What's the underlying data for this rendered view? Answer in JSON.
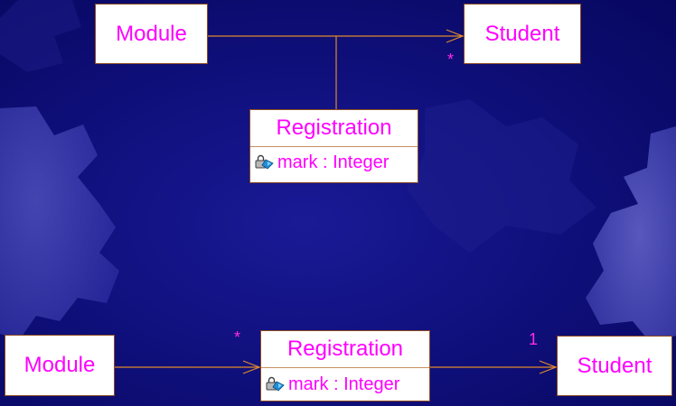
{
  "colors": {
    "background": "#10107e",
    "box_fill": "#ffffff",
    "text": "#ff00ff",
    "line": "#e08a2a"
  },
  "top_diagram": {
    "module_label": "Module",
    "student_label": "Student",
    "student_multiplicity": "*",
    "association_class": {
      "name": "Registration",
      "attribute": "mark : Integer",
      "attribute_icon": "private-attribute-icon"
    }
  },
  "bottom_diagram": {
    "module_label": "Module",
    "student_label": "Student",
    "registration_multiplicity": "*",
    "student_multiplicity": "1",
    "registration_class": {
      "name": "Registration",
      "attribute": "mark : Integer",
      "attribute_icon": "private-attribute-icon"
    }
  }
}
